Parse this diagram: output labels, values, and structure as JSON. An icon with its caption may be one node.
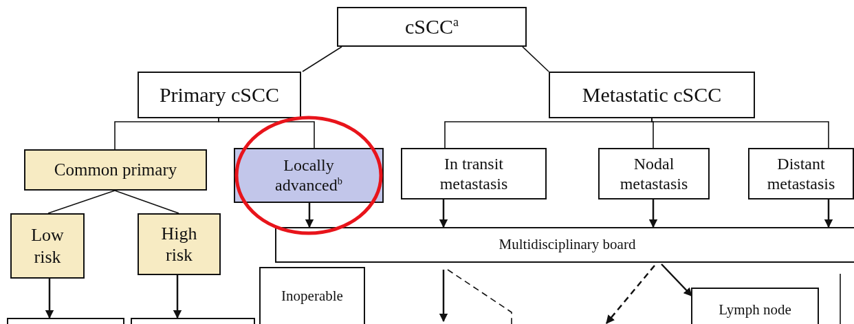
{
  "diagram": {
    "nodes": [
      {
        "text": [
          "cSCC$^{a}$"
        ]
      },
      {
        "text": [
          "Primary cSCC"
        ]
      },
      {
        "text": [
          "Metastatic cSCC"
        ]
      },
      {
        "text": [
          "Common primary"
        ]
      },
      {
        "text": [
          "Locally advanced$^{b}$"
        ]
      },
      {
        "text": [
          "In transit metastasis"
        ]
      },
      {
        "text": [
          "Nodal metastasis"
        ]
      },
      {
        "text": [
          "Distant metastasis"
        ]
      },
      {
        "text": [
          "Low risk"
        ]
      },
      {
        "text": [
          "High risk"
        ]
      },
      {
        "text": [
          "Multidisciplinary board"
        ]
      },
      {
        "text": [
          "Inoperable"
        ]
      },
      {
        "text": [
          "Lymph node"
        ]
      },
      {
        "text": [],
        "shape": "box"
      },
      {
        "text": [],
        "shape": "box"
      }
    ],
    "edges": [
      {
        "from": 0,
        "to": 1,
        "arrow": "none"
      },
      {
        "from": 0,
        "to": 2,
        "arrow": "none"
      },
      {
        "from": 1,
        "to": 3,
        "arrow": "none"
      },
      {
        "from": 1,
        "to": 4,
        "arrow": "none"
      },
      {
        "from": 2,
        "to": 5,
        "arrow": "none"
      },
      {
        "from": 2,
        "to": 6,
        "arrow": "none"
      },
      {
        "from": 2,
        "to": 7,
        "arrow": "none"
      },
      {
        "from": 3,
        "to": 8,
        "arrow": "none"
      },
      {
        "from": 3,
        "to": 9,
        "arrow": "none"
      },
      {
        "from": 8,
        "to": 13,
        "arrow": "to"
      },
      {
        "from": 9,
        "to": 14,
        "arrow": "to"
      },
      {
        "from": 4,
        "to": 10,
        "arrow": "to"
      },
      {
        "from": 5,
        "to": 10,
        "arrow": "to"
      },
      {
        "from": 6,
        "to": 10,
        "arrow": "to"
      },
      {
        "from": 7,
        "to": 10,
        "arrow": "to"
      },
      {
        "from": 10,
        "to": 12,
        "arrow": "to"
      },
      {
        "from": 10,
        "to": null,
        "arrow": "to"
      },
      {
        "from": 10,
        "to": null,
        "arrow": "none",
        "style": "dashed"
      },
      {
        "from": 10,
        "to": null,
        "arrow": "to",
        "style": "dashed"
      },
      {
        "from": 10,
        "to": null,
        "arrow": "none"
      }
    ]
  }
}
